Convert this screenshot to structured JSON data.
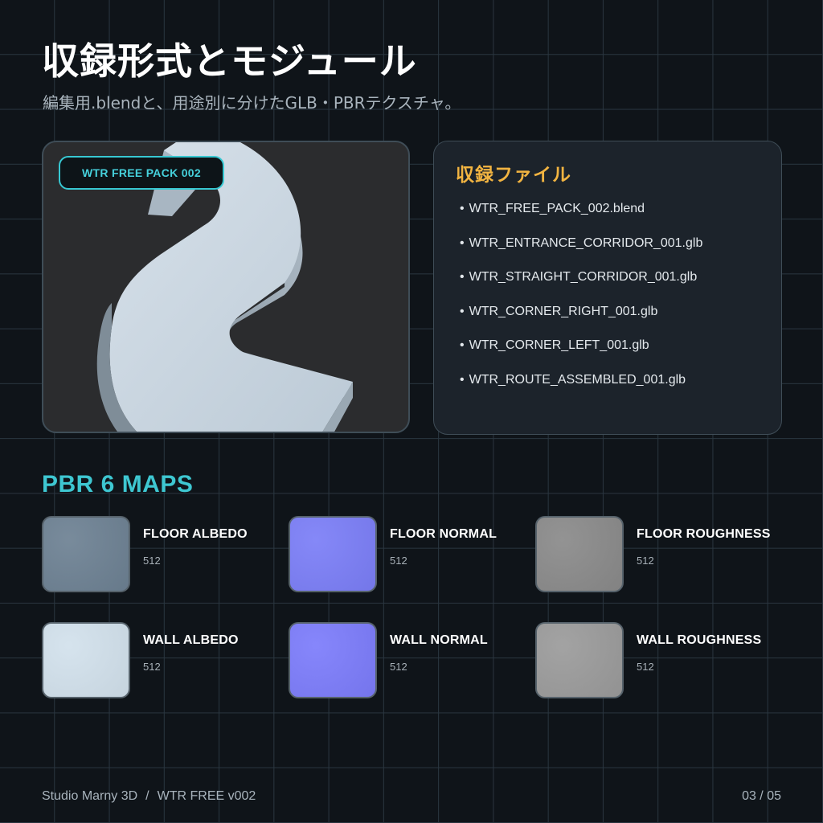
{
  "header": {
    "title": "収録形式とモジュール",
    "subtitle": "編集用.blendと、用途別に分けたGLB・PBRテクスチャ。"
  },
  "preview": {
    "badge": "WTR FREE PACK 002"
  },
  "files": {
    "heading": "収録ファイル",
    "bullet": "•",
    "items": [
      "WTR_FREE_PACK_002.blend",
      "WTR_ENTRANCE_CORRIDOR_001.glb",
      "WTR_STRAIGHT_CORRIDOR_001.glb",
      "WTR_CORNER_RIGHT_001.glb",
      "WTR_CORNER_LEFT_001.glb",
      "WTR_ROUTE_ASSEMBLED_001.glb"
    ]
  },
  "maps": {
    "heading": "PBR 6 MAPS",
    "items": [
      {
        "name": "FLOOR ALBEDO",
        "size": "512",
        "color": "#6d8193"
      },
      {
        "name": "FLOOR NORMAL",
        "size": "512",
        "color": "#7b7ef7"
      },
      {
        "name": "FLOOR ROUGHNESS",
        "size": "512",
        "color": "#8a8a8a"
      },
      {
        "name": "WALL ALBEDO",
        "size": "512",
        "color": "#d2e1ec"
      },
      {
        "name": "WALL NORMAL",
        "size": "512",
        "color": "#7c7cfb"
      },
      {
        "name": "WALL ROUGHNESS",
        "size": "512",
        "color": "#9b9b9b"
      }
    ]
  },
  "footer": {
    "studio": "Studio Marny 3D",
    "separator": "/",
    "product": "WTR FREE v002",
    "page": "03 / 05"
  },
  "colors": {
    "accent_cyan": "#3ec7d1",
    "accent_orange": "#f2b441",
    "background": "#0f1419"
  }
}
